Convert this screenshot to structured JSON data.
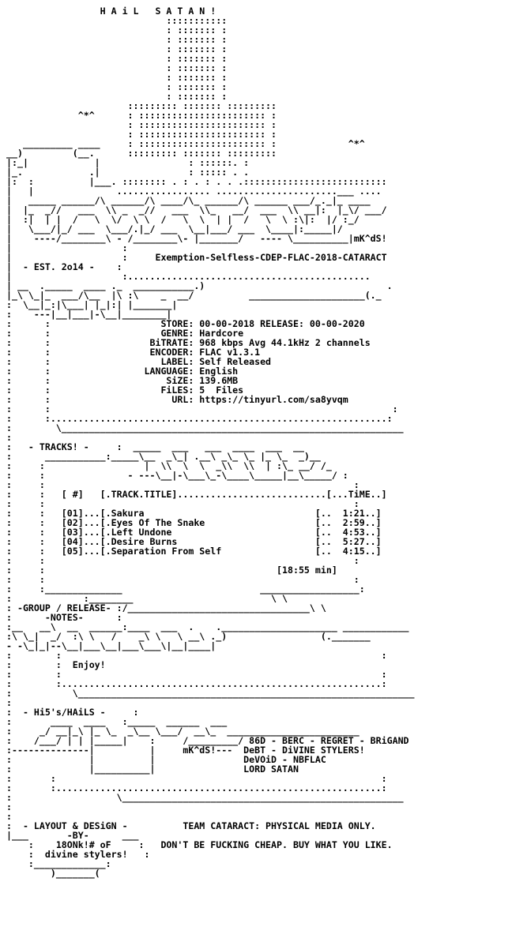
{
  "title": "H A i L   S A T A N !",
  "release_name": "Exemption-Selfless-CDEP-FLAC-2018-CATARACT",
  "est": "- EST. 2o14 -",
  "info": [
    {
      "k": "STORE:",
      "v": "00-00-2018 RELEASE: 00-00-2020"
    },
    {
      "k": "GENRE:",
      "v": "Hardcore"
    },
    {
      "k": "BiTRATE:",
      "v": "968 kbps Avg 44.1kHz 2 channels"
    },
    {
      "k": "ENCODER:",
      "v": "FLAC v1.3.1"
    },
    {
      "k": "LABEL:",
      "v": "Self Released"
    },
    {
      "k": "LANGUAGE:",
      "v": "English"
    },
    {
      "k": "SiZE:",
      "v": "139.6MB"
    },
    {
      "k": "FiLES:",
      "v": "5  Files"
    },
    {
      "k": "URL:",
      "v": "https://tinyurl.com/sa8yvqm"
    }
  ],
  "tracks_label": "- TRACKS! -",
  "tracks_header": {
    "num": "[ #]",
    "title": "[.TRACK.TITLE]",
    "time": "[...TiME..]"
  },
  "tracks": [
    {
      "num": "[01]",
      "title": "Sakura",
      "time": "1:21"
    },
    {
      "num": "[02]",
      "title": "Eyes Of The Snake",
      "time": "2:59"
    },
    {
      "num": "[03]",
      "title": "Left Undone",
      "time": "4:53"
    },
    {
      "num": "[04]",
      "title": "Desire Burns",
      "time": "5:27"
    },
    {
      "num": "[05]",
      "title": "Separation From Self",
      "time": "4:15"
    }
  ],
  "total_time": "[18:55 min]",
  "notes_label_1": "-GROUP / RELEASE-",
  "notes_label_2": "-NOTES-",
  "notes_text": "Enjoy!",
  "his_label": "- Hi5's/HAiLS -",
  "his_lines": [
    "86D - BERC - REGRET - BRiGAND",
    "DeBT - DiVINE STYLERS!",
    "DeVOiD - NBFLAC",
    "LORD SATAN"
  ],
  "signature": "mK^dS!",
  "layout_label": "- LAYOUT & DESiGN -",
  "by_label": "-BY-",
  "author_1": "18ONk!# oF",
  "author_2": "divine stylers!",
  "footer_1": "TEAM CATARACT: PHYSICAL MEDIA ONLY.",
  "footer_2": "DON'T BE FUCKING CHEAP. BUY WHAT YOU LIKE."
}
